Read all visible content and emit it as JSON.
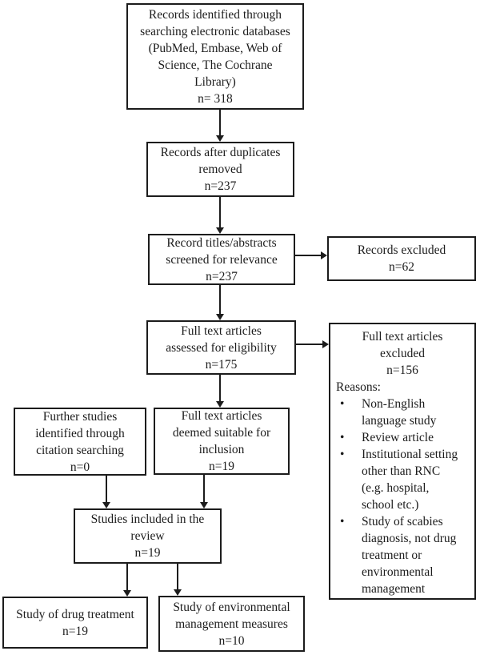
{
  "diagram": {
    "kind": "study-selection-flowchart",
    "colors": {
      "line": "#1c1c1c",
      "text": "#1c1c1c",
      "background": "#ffffff"
    },
    "boxes": {
      "records_identified": {
        "text": "Records identified through\nsearching electronic databases\n(PubMed, Embase, Web of\nScience, The Cochrane\nLibrary)\nn= 318"
      },
      "duplicates_removed": {
        "text": "Records after duplicates\nremoved\nn=237"
      },
      "titles_screened": {
        "text": "Record titles/abstracts\nscreened for relevance\nn=237"
      },
      "records_excluded": {
        "text": "Records excluded\nn=62"
      },
      "full_text_assessed": {
        "text": "Full text articles\nassessed for eligibility\nn=175"
      },
      "full_text_excluded": {
        "header": "Full text articles\nexcluded\nn=156",
        "reasons_label": "Reasons:",
        "reasons": [
          "Non-English\nlanguage study",
          "Review article",
          "Institutional setting\nother than RNC\n(e.g. hospital,\nschool etc.)",
          "Study of scabies\ndiagnosis, not drug\ntreatment or\nenvironmental\nmanagement"
        ]
      },
      "citation_searching": {
        "text": "Further studies\nidentified through\ncitation searching\nn=0"
      },
      "deemed_suitable": {
        "text": "Full text articles\ndeemed suitable for\ninclusion\nn=19"
      },
      "included_in_review": {
        "text": "Studies included in the\nreview\nn=19"
      },
      "drug_treatment": {
        "text": "Study of drug treatment\nn=19"
      },
      "environmental_management": {
        "text": "Study of environmental\nmanagement measures\nn=10"
      }
    }
  }
}
